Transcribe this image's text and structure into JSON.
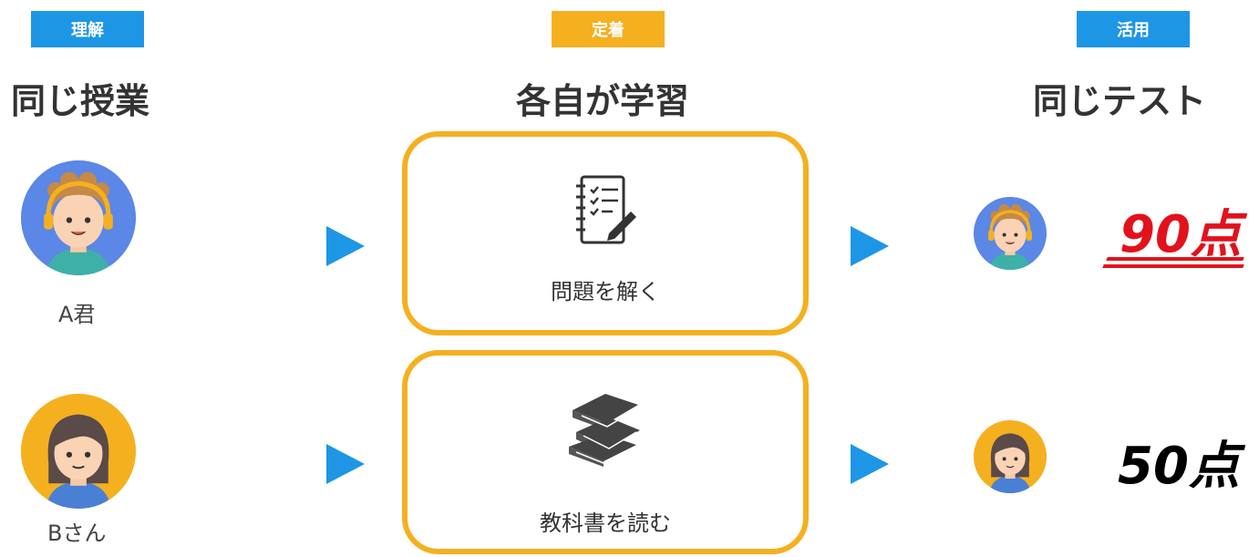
{
  "badges": {
    "understand": "理解",
    "establish": "定着",
    "apply": "活用"
  },
  "colors": {
    "badge_blue": "#1e96e6",
    "badge_orange": "#f5b020",
    "card_border": "#f5b020",
    "score_red": "#e3111b",
    "arrow": "#1e96e6"
  },
  "headings": {
    "same_lesson": "同じ授業",
    "self_study": "各自が学習",
    "same_test": "同じテスト"
  },
  "students": [
    {
      "name": "A君",
      "avatar_icon": "boy-with-headphones-icon",
      "score": "90点"
    },
    {
      "name": "Bさん",
      "avatar_icon": "girl-avatar-icon",
      "score": "50点"
    }
  ],
  "activities": [
    {
      "label": "問題を解く",
      "icon": "checklist-notebook-icon"
    },
    {
      "label": "教科書を読む",
      "icon": "book-stack-icon"
    }
  ]
}
